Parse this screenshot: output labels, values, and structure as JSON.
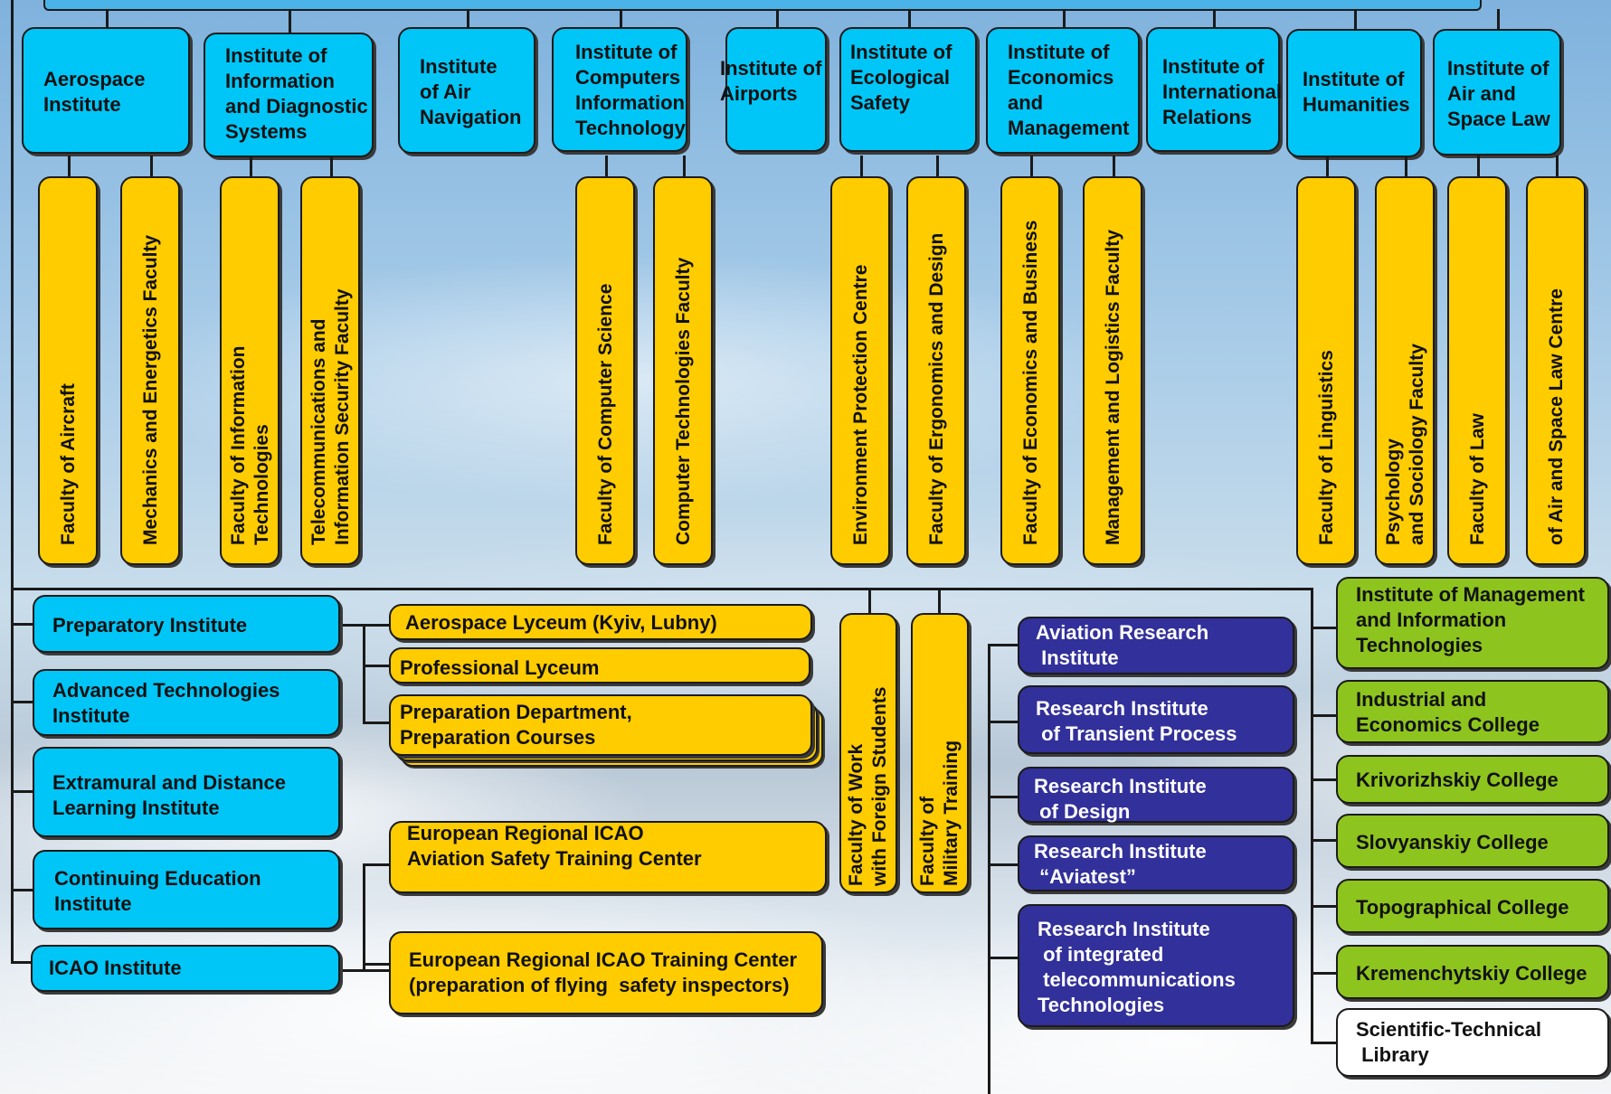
{
  "institutes": [
    "Aerospace\nInstitute",
    "Institute of\nInformation\nand Diagnostic\nSystems",
    "Institute\nof Air\nNavigation",
    "Institute of\nComputers\nInformation\nTechnology",
    "Institute of\nAirports",
    "Institute of\nEcological\nSafety",
    "Institute of\nEconomics\nand\nManagement",
    "Institute of\nInternational\nRelations",
    "Institute of\nHumanities",
    "Institute of\nAir and\nSpace Law"
  ],
  "faculties": [
    "Faculty of Aircraft",
    "Mechanics and Energetics Faculty",
    "Faculty of Information\nTechnologies",
    "Telecommunications and\nInformation Security Faculty",
    "Faculty of Computer Science",
    "Computer Technologies Faculty",
    "Environment Protection Centre",
    "Faculty of Ergonomics and Design",
    "Faculty of Economics and Business",
    "Management and Logistics Faculty",
    "Faculty of Linguistics",
    "Psychology\nand Sociology Faculty",
    "Faculty of Law",
    "of Air and Space Law Centre"
  ],
  "left_institutes": [
    "Preparatory Institute",
    "Advanced Technologies\nInstitute",
    "Extramural and Distance\nLearning Institute",
    "Continuing Education\nInstitute",
    "ICAO Institute"
  ],
  "prep_units": [
    "Aerospace Lyceum (Kyiv, Lubny)",
    "Professional Lyceum",
    "Preparation Department,\nPreparation Courses"
  ],
  "icao_centers": [
    "European Regional ICAO\nAviation Safety Training Center",
    "European Regional ICAO Training Center\n(preparation of flying  safety inspectors)"
  ],
  "special_faculties": [
    "Faculty of Work\nwith Foreign Students",
    "Faculty of\nMilitary Training"
  ],
  "research_institutes": [
    "Aviation Research\n Institute",
    "Research Institute\n of Transient Process",
    "Research Institute\n of Design",
    "Research Institute\n “Aviatest”",
    "Research Institute\n of integrated\n telecommunications\nTechnologies"
  ],
  "colleges": [
    "Institute of Management\nand Information\nTechnologies",
    "Industrial and\nEconomics College",
    "Krivorizhskiy College",
    "Slovyanskiy College",
    "Topographical College",
    "Kremenchytskiy College"
  ],
  "library": "Scientific-Technical\n Library",
  "colors": {
    "institute": "#00c6f8",
    "faculty": "#ffcc00",
    "research": "#32309a",
    "college": "#8ec41e",
    "library": "#ffffff"
  }
}
